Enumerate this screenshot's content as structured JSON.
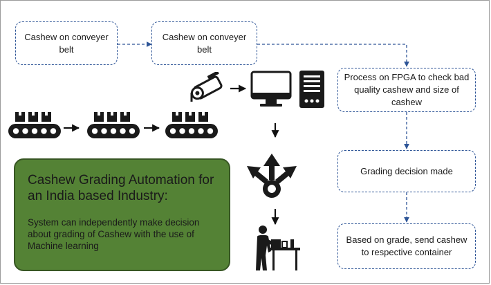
{
  "boxes": {
    "belt_one": "Cashew on conveyer belt",
    "belt_two": "Cashew on conveyer belt",
    "fpga": "Process on FPGA to check bad quality cashew and size of cashew",
    "grading": "Grading decision made",
    "container": "Based on grade, send cashew to respective container"
  },
  "callout": {
    "title": "Cashew Grading Automation for an India based Industry:",
    "body": "System can independently make decision about grading of Cashew with the use of Machine learning"
  },
  "icons": [
    "conveyor-belt-icon",
    "camera-icon",
    "monitor-icon",
    "server-icon",
    "decision-arrows-icon",
    "worker-icon"
  ],
  "colors": {
    "box_border": "#2e5597",
    "callout_fill": "#548235",
    "icon": "#1a1a1a"
  }
}
